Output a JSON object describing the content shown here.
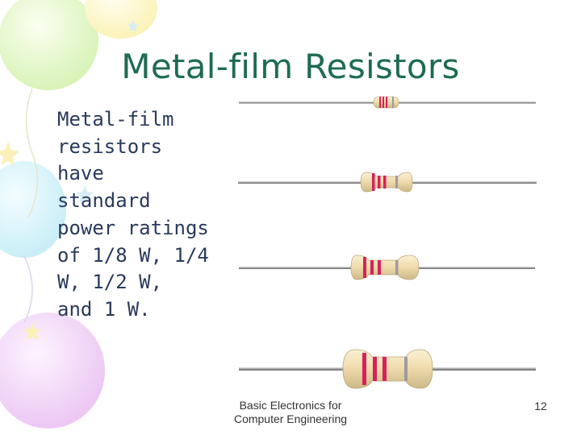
{
  "slide": {
    "title": "Metal-film Resistors",
    "body": "Metal-film\nresistors\nhave\nstandard\npower ratings\nof 1/8 W, 1/4\nW, 1/2 W,\nand 1 W.",
    "footer": "Basic Electronics for\nComputer Engineering",
    "page_number": "12"
  },
  "colors": {
    "title": "#1e6b55",
    "body_text": "#2a3a5c",
    "resistor_body": "#f0dcae",
    "band_red": "#d8215a",
    "band_silver": "#9c9c9c"
  },
  "icons": [
    "balloon-decoration",
    "resistor-1-8w",
    "resistor-1-4w",
    "resistor-1-2w",
    "resistor-1w"
  ]
}
